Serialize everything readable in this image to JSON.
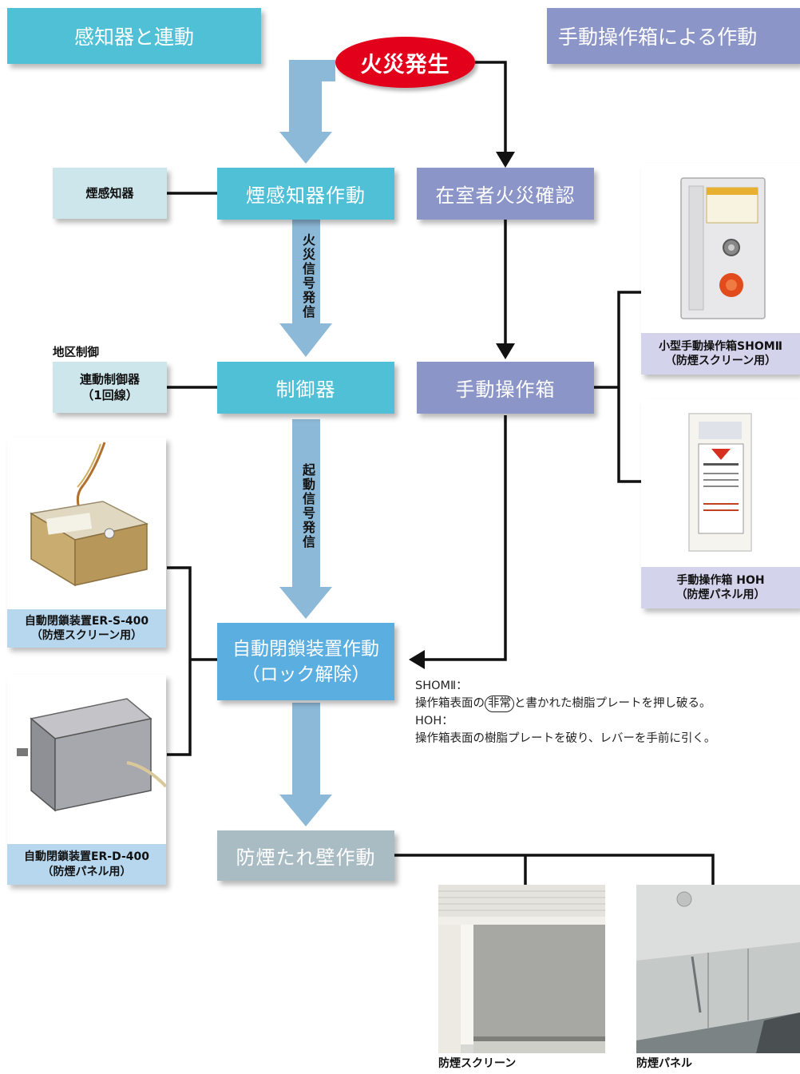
{
  "headers": {
    "left": "感知器と連動",
    "right": "手動操作箱による作動"
  },
  "start": "火災発生",
  "nodes": {
    "smoke_detector_action": "煙感知器作動",
    "occupant_confirm": "在室者火災確認",
    "controller": "制御器",
    "manual_box": "手動操作箱",
    "auto_close_line1": "自動閉鎖装置作動",
    "auto_close_line2": "（ロック解除）",
    "hanging_wall": "防煙たれ壁作動"
  },
  "side": {
    "smoke_detector": "煙感知器",
    "district_label": "地区制御",
    "linked_controller_line1": "連動制御器",
    "linked_controller_line2": "（1回線）"
  },
  "signals": {
    "fire_signal": "火災信号発信",
    "start_signal": "起動信号発信"
  },
  "products": {
    "er_s_line1": "自動閉鎖装置ER-S-400",
    "er_s_line2": "（防煙スクリーン用）",
    "er_d_line1": "自動閉鎖装置ER-D-400",
    "er_d_line2": "（防煙パネル用）",
    "shom_line1": "小型手動操作箱SHOMⅡ",
    "shom_line2": "（防煙スクリーン用）",
    "hoh_line1": "手動操作箱 HOH",
    "hoh_line2": "（防煙パネル用）",
    "screen": "防煙スクリーン",
    "panel": "防煙パネル"
  },
  "notes": {
    "shom_title": "SHOMⅡ：",
    "shom_pre": "操作箱表面の",
    "shom_circled": "非常",
    "shom_post": "と書かれた樹脂プレートを押し破る。",
    "hoh_title": "HOH：",
    "hoh_text": "操作箱表面の樹脂プレートを破り、レバーを手前に引く。"
  },
  "colors": {
    "cyan": "#4fc0d6",
    "purple": "#8c95c8",
    "red": "#e3001b",
    "flow_arrow": "#8db9d8"
  }
}
